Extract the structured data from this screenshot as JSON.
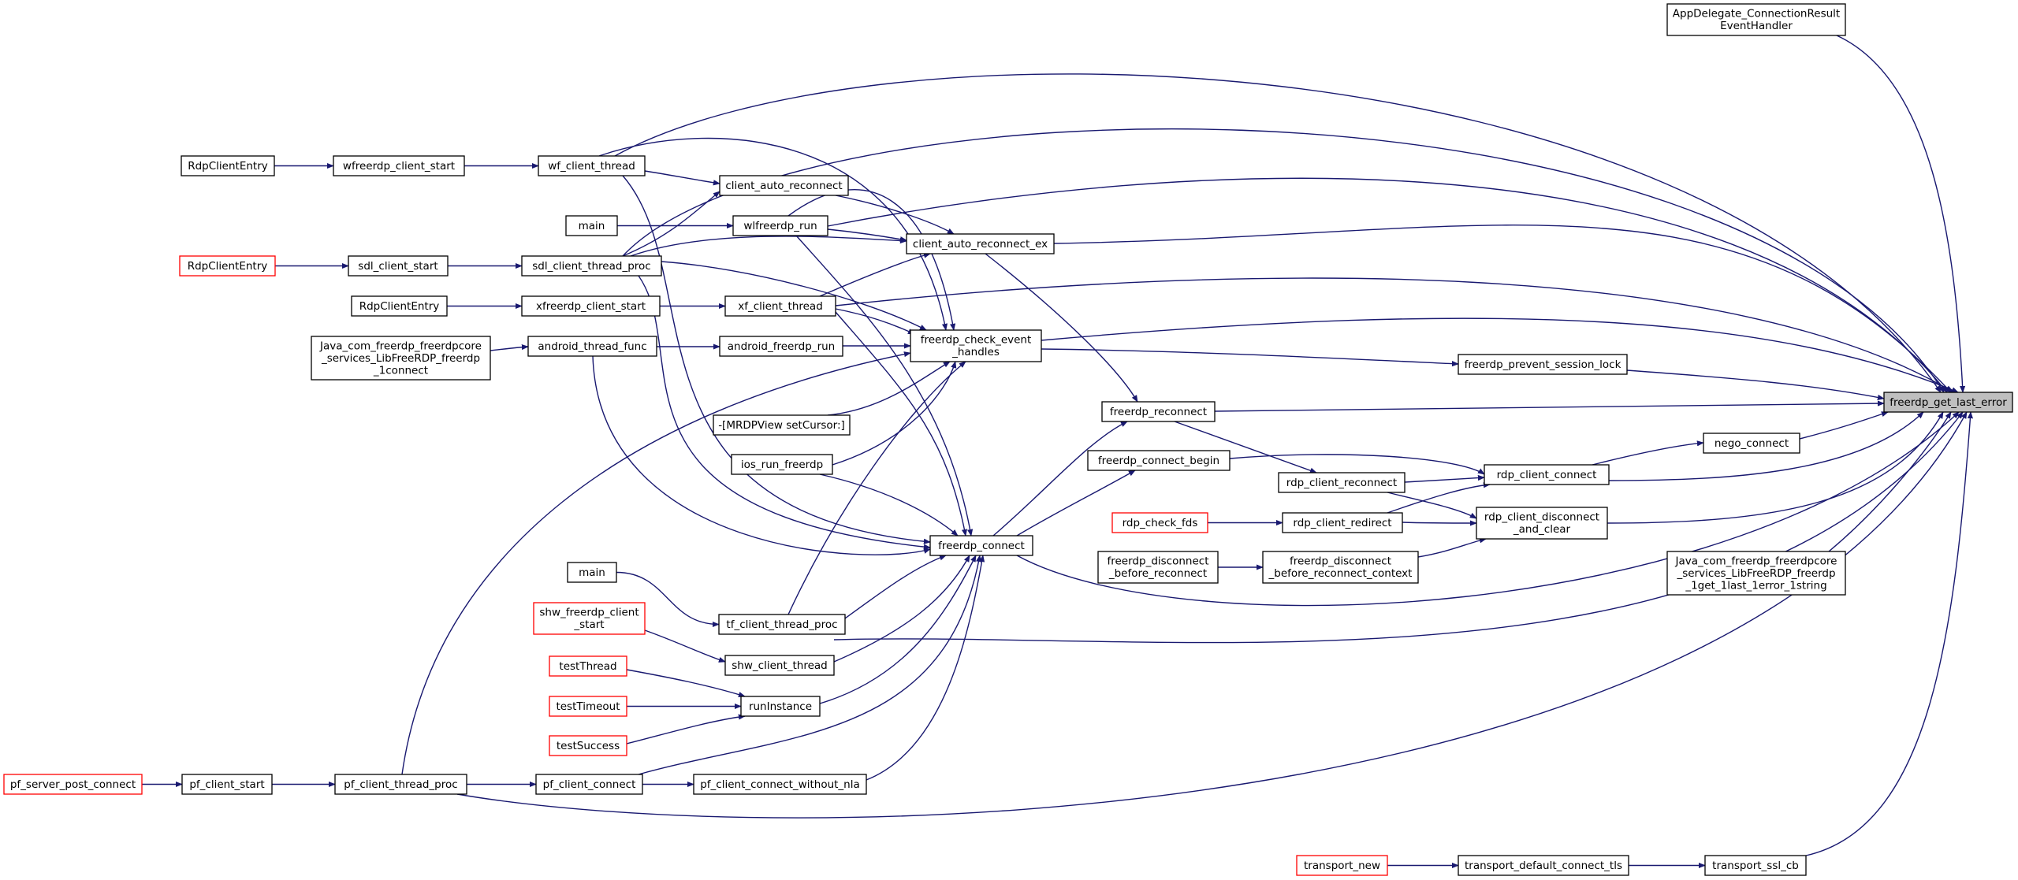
{
  "nodes": [
    {
      "id": "appdelegate",
      "lines": [
        "AppDelegate_ConnectionResult",
        "EventHandler"
      ],
      "border": "black"
    },
    {
      "id": "freerdp_get_last_error",
      "lines": [
        "freerdp_get_last_error"
      ],
      "border": "black",
      "focus": true
    },
    {
      "id": "rdpclient1",
      "lines": [
        "RdpClientEntry"
      ],
      "border": "black"
    },
    {
      "id": "wfreerdp_client_start",
      "lines": [
        "wfreerdp_client_start"
      ],
      "border": "black"
    },
    {
      "id": "wf_client_thread",
      "lines": [
        "wf_client_thread"
      ],
      "border": "black"
    },
    {
      "id": "client_auto_reconnect",
      "lines": [
        "client_auto_reconnect"
      ],
      "border": "black"
    },
    {
      "id": "main1",
      "lines": [
        "main"
      ],
      "border": "black"
    },
    {
      "id": "wlfreerdp_run",
      "lines": [
        "wlfreerdp_run"
      ],
      "border": "black"
    },
    {
      "id": "client_auto_reconnect_ex",
      "lines": [
        "client_auto_reconnect_ex"
      ],
      "border": "black"
    },
    {
      "id": "rdpclient2",
      "lines": [
        "RdpClientEntry"
      ],
      "border": "red"
    },
    {
      "id": "sdl_client_start",
      "lines": [
        "sdl_client_start"
      ],
      "border": "black"
    },
    {
      "id": "sdl_client_thread_proc",
      "lines": [
        "sdl_client_thread_proc"
      ],
      "border": "black"
    },
    {
      "id": "rdpclient3",
      "lines": [
        "RdpClientEntry"
      ],
      "border": "black"
    },
    {
      "id": "xfreerdp_client_start",
      "lines": [
        "xfreerdp_client_start"
      ],
      "border": "black"
    },
    {
      "id": "xf_client_thread",
      "lines": [
        "xf_client_thread"
      ],
      "border": "black"
    },
    {
      "id": "freerdp_check_event_handles",
      "lines": [
        "freerdp_check_event",
        "_handles"
      ],
      "border": "black"
    },
    {
      "id": "java_connect",
      "lines": [
        "Java_com_freerdp_freerdpcore",
        "_services_LibFreeRDP_freerdp",
        "_1connect"
      ],
      "border": "black"
    },
    {
      "id": "android_thread_func",
      "lines": [
        "android_thread_func"
      ],
      "border": "black"
    },
    {
      "id": "android_freerdp_run",
      "lines": [
        "android_freerdp_run"
      ],
      "border": "black"
    },
    {
      "id": "freerdp_prevent_session_lock",
      "lines": [
        "freerdp_prevent_session_lock"
      ],
      "border": "black"
    },
    {
      "id": "freerdp_reconnect",
      "lines": [
        "freerdp_reconnect"
      ],
      "border": "black"
    },
    {
      "id": "mrdpview",
      "lines": [
        "-[MRDPView setCursor:]"
      ],
      "border": "black"
    },
    {
      "id": "nego_connect",
      "lines": [
        "nego_connect"
      ],
      "border": "black"
    },
    {
      "id": "freerdp_connect_begin",
      "lines": [
        "freerdp_connect_begin"
      ],
      "border": "black"
    },
    {
      "id": "ios_run_freerdp",
      "lines": [
        "ios_run_freerdp"
      ],
      "border": "black"
    },
    {
      "id": "rdp_client_reconnect",
      "lines": [
        "rdp_client_reconnect"
      ],
      "border": "black"
    },
    {
      "id": "rdp_client_connect",
      "lines": [
        "rdp_client_connect"
      ],
      "border": "black"
    },
    {
      "id": "rdp_check_fds",
      "lines": [
        "rdp_check_fds"
      ],
      "border": "red"
    },
    {
      "id": "rdp_client_redirect",
      "lines": [
        "rdp_client_redirect"
      ],
      "border": "black"
    },
    {
      "id": "rdp_client_disconnect_and_clear",
      "lines": [
        "rdp_client_disconnect",
        "_and_clear"
      ],
      "border": "black"
    },
    {
      "id": "freerdp_connect",
      "lines": [
        "freerdp_connect"
      ],
      "border": "black"
    },
    {
      "id": "freerdp_disconnect_before_reconnect",
      "lines": [
        "freerdp_disconnect",
        "_before_reconnect"
      ],
      "border": "black"
    },
    {
      "id": "freerdp_disconnect_before_reconnect_context",
      "lines": [
        "freerdp_disconnect",
        "_before_reconnect_context"
      ],
      "border": "black"
    },
    {
      "id": "java_get_last_error",
      "lines": [
        "Java_com_freerdp_freerdpcore",
        "_services_LibFreeRDP_freerdp",
        "_1get_1last_1error_1string"
      ],
      "border": "black"
    },
    {
      "id": "main2",
      "lines": [
        "main"
      ],
      "border": "black"
    },
    {
      "id": "shw_freerdp_client_start",
      "lines": [
        "shw_freerdp_client",
        "_start"
      ],
      "border": "red"
    },
    {
      "id": "tf_client_thread_proc",
      "lines": [
        "tf_client_thread_proc"
      ],
      "border": "black"
    },
    {
      "id": "shw_client_thread",
      "lines": [
        "shw_client_thread"
      ],
      "border": "black"
    },
    {
      "id": "testThread",
      "lines": [
        "testThread"
      ],
      "border": "red"
    },
    {
      "id": "testTimeout",
      "lines": [
        "testTimeout"
      ],
      "border": "red"
    },
    {
      "id": "runInstance",
      "lines": [
        "runInstance"
      ],
      "border": "black"
    },
    {
      "id": "testSuccess",
      "lines": [
        "testSuccess"
      ],
      "border": "red"
    },
    {
      "id": "pf_server_post_connect",
      "lines": [
        "pf_server_post_connect"
      ],
      "border": "red"
    },
    {
      "id": "pf_client_start",
      "lines": [
        "pf_client_start"
      ],
      "border": "black"
    },
    {
      "id": "pf_client_thread_proc",
      "lines": [
        "pf_client_thread_proc"
      ],
      "border": "black"
    },
    {
      "id": "pf_client_connect",
      "lines": [
        "pf_client_connect"
      ],
      "border": "black"
    },
    {
      "id": "pf_client_connect_without_nla",
      "lines": [
        "pf_client_connect_without_nla"
      ],
      "border": "black"
    },
    {
      "id": "transport_new",
      "lines": [
        "transport_new"
      ],
      "border": "red"
    },
    {
      "id": "transport_default_connect_tls",
      "lines": [
        "transport_default_connect_tls"
      ],
      "border": "black"
    },
    {
      "id": "transport_ssl_cb",
      "lines": [
        "transport_ssl_cb"
      ],
      "border": "black"
    }
  ],
  "edges": [
    {
      "from": "rdpclient1",
      "to": "wfreerdp_client_start"
    },
    {
      "from": "wfreerdp_client_start",
      "to": "wf_client_thread"
    },
    {
      "from": "wf_client_thread",
      "to": "freerdp_get_last_error"
    },
    {
      "from": "wf_client_thread",
      "to": "client_auto_reconnect"
    },
    {
      "from": "wf_client_thread",
      "to": "freerdp_check_event_handles"
    },
    {
      "from": "wf_client_thread",
      "to": "freerdp_connect"
    },
    {
      "from": "main1",
      "to": "wlfreerdp_run"
    },
    {
      "from": "wlfreerdp_run",
      "to": "client_auto_reconnect_ex"
    },
    {
      "from": "wlfreerdp_run",
      "to": "freerdp_get_last_error"
    },
    {
      "from": "wlfreerdp_run",
      "to": "freerdp_check_event_handles"
    },
    {
      "from": "wlfreerdp_run",
      "to": "freerdp_connect"
    },
    {
      "from": "client_auto_reconnect",
      "to": "client_auto_reconnect_ex"
    },
    {
      "from": "client_auto_reconnect_ex",
      "to": "freerdp_get_last_error"
    },
    {
      "from": "client_auto_reconnect_ex",
      "to": "freerdp_reconnect"
    },
    {
      "from": "rdpclient2",
      "to": "sdl_client_start"
    },
    {
      "from": "sdl_client_start",
      "to": "sdl_client_thread_proc"
    },
    {
      "from": "sdl_client_thread_proc",
      "to": "freerdp_get_last_error"
    },
    {
      "from": "sdl_client_thread_proc",
      "to": "client_auto_reconnect"
    },
    {
      "from": "sdl_client_thread_proc",
      "to": "client_auto_reconnect_ex"
    },
    {
      "from": "sdl_client_thread_proc",
      "to": "freerdp_check_event_handles"
    },
    {
      "from": "sdl_client_thread_proc",
      "to": "freerdp_connect"
    },
    {
      "from": "rdpclient3",
      "to": "xfreerdp_client_start"
    },
    {
      "from": "xfreerdp_client_start",
      "to": "xf_client_thread"
    },
    {
      "from": "xf_client_thread",
      "to": "freerdp_get_last_error"
    },
    {
      "from": "xf_client_thread",
      "to": "client_auto_reconnect_ex"
    },
    {
      "from": "xf_client_thread",
      "to": "freerdp_check_event_handles"
    },
    {
      "from": "xf_client_thread",
      "to": "freerdp_connect"
    },
    {
      "from": "java_connect",
      "to": "android_thread_func"
    },
    {
      "from": "android_thread_func",
      "to": "android_freerdp_run"
    },
    {
      "from": "android_thread_func",
      "to": "freerdp_connect"
    },
    {
      "from": "android_freerdp_run",
      "to": "freerdp_check_event_handles"
    },
    {
      "from": "freerdp_check_event_handles",
      "to": "freerdp_get_last_error"
    },
    {
      "from": "freerdp_check_event_handles",
      "to": "freerdp_prevent_session_lock"
    },
    {
      "from": "freerdp_prevent_session_lock",
      "to": "freerdp_get_last_error"
    },
    {
      "from": "freerdp_reconnect",
      "to": "freerdp_get_last_error"
    },
    {
      "from": "freerdp_reconnect",
      "to": "rdp_client_reconnect"
    },
    {
      "from": "mrdpview",
      "to": "freerdp_check_event_handles"
    },
    {
      "from": "ios_run_freerdp",
      "to": "freerdp_check_event_handles"
    },
    {
      "from": "ios_run_freerdp",
      "to": "freerdp_connect"
    },
    {
      "from": "nego_connect",
      "to": "freerdp_get_last_error"
    },
    {
      "from": "freerdp_connect",
      "to": "freerdp_get_last_error"
    },
    {
      "from": "freerdp_connect",
      "to": "freerdp_reconnect"
    },
    {
      "from": "freerdp_connect",
      "to": "freerdp_connect_begin"
    },
    {
      "from": "freerdp_connect_begin",
      "to": "rdp_client_connect"
    },
    {
      "from": "rdp_client_reconnect",
      "to": "rdp_client_connect"
    },
    {
      "from": "rdp_client_reconnect",
      "to": "rdp_client_disconnect_and_clear"
    },
    {
      "from": "rdp_client_connect",
      "to": "nego_connect"
    },
    {
      "from": "rdp_client_connect",
      "to": "freerdp_get_last_error"
    },
    {
      "from": "rdp_check_fds",
      "to": "rdp_client_redirect"
    },
    {
      "from": "rdp_client_redirect",
      "to": "rdp_client_connect"
    },
    {
      "from": "rdp_client_redirect",
      "to": "rdp_client_disconnect_and_clear"
    },
    {
      "from": "rdp_client_disconnect_and_clear",
      "to": "freerdp_get_last_error"
    },
    {
      "from": "freerdp_disconnect_before_reconnect",
      "to": "freerdp_disconnect_before_reconnect_context"
    },
    {
      "from": "freerdp_disconnect_before_reconnect_context",
      "to": "rdp_client_disconnect_and_clear"
    },
    {
      "from": "java_get_last_error",
      "to": "freerdp_get_last_error"
    },
    {
      "from": "main2",
      "to": "tf_client_thread_proc"
    },
    {
      "from": "tf_client_thread_proc",
      "to": "freerdp_check_event_handles"
    },
    {
      "from": "tf_client_thread_proc",
      "to": "freerdp_connect"
    },
    {
      "from": "shw_freerdp_client_start",
      "to": "shw_client_thread"
    },
    {
      "from": "shw_client_thread",
      "to": "freerdp_connect"
    },
    {
      "from": "shw_client_thread",
      "to": "freerdp_get_last_error"
    },
    {
      "from": "testThread",
      "to": "runInstance"
    },
    {
      "from": "testTimeout",
      "to": "runInstance"
    },
    {
      "from": "testSuccess",
      "to": "runInstance"
    },
    {
      "from": "runInstance",
      "to": "freerdp_connect"
    },
    {
      "from": "pf_server_post_connect",
      "to": "pf_client_start"
    },
    {
      "from": "pf_client_start",
      "to": "pf_client_thread_proc"
    },
    {
      "from": "pf_client_thread_proc",
      "to": "pf_client_connect"
    },
    {
      "from": "pf_client_thread_proc",
      "to": "freerdp_check_event_handles"
    },
    {
      "from": "pf_client_thread_proc",
      "to": "freerdp_get_last_error"
    },
    {
      "from": "pf_client_connect",
      "to": "pf_client_connect_without_nla"
    },
    {
      "from": "pf_client_connect",
      "to": "freerdp_connect"
    },
    {
      "from": "pf_client_connect_without_nla",
      "to": "freerdp_connect"
    },
    {
      "from": "transport_new",
      "to": "transport_default_connect_tls"
    },
    {
      "from": "transport_default_connect_tls",
      "to": "transport_ssl_cb"
    },
    {
      "from": "transport_ssl_cb",
      "to": "freerdp_get_last_error"
    },
    {
      "from": "appdelegate",
      "to": "freerdp_get_last_error"
    }
  ]
}
